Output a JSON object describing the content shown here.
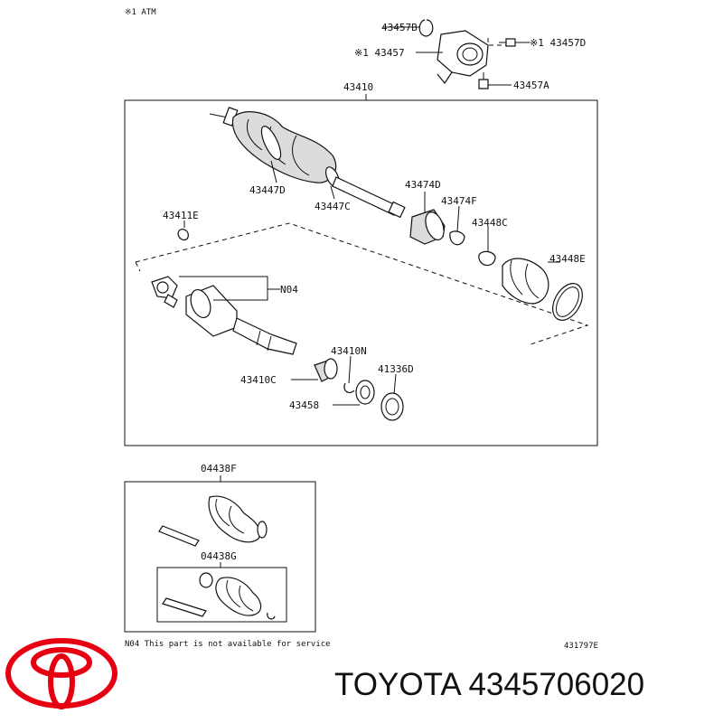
{
  "diagram": {
    "header_note": "※1 ATM",
    "labels": {
      "p43457B": "43457B",
      "p43457": "※1 43457",
      "p43457D": "※1 43457D",
      "p43457A": "43457A",
      "p43410": "43410",
      "p43447D": "43447D",
      "p43447C": "43447C",
      "p43474D": "43474D",
      "p43474F": "43474F",
      "p43448C": "43448C",
      "p43448E": "43448E",
      "p43411E": "43411E",
      "pN04": "N04",
      "p43410N": "43410N",
      "p41336D": "41336D",
      "p43410C": "43410C",
      "p43458": "43458",
      "p04438F": "04438F",
      "p04438G": "04438G"
    },
    "footnote": "N04 This part is not available for service",
    "figure_code": "431797E"
  },
  "brand": {
    "title": "TOYOTA 4345706020",
    "logo_color": "#e60012"
  }
}
